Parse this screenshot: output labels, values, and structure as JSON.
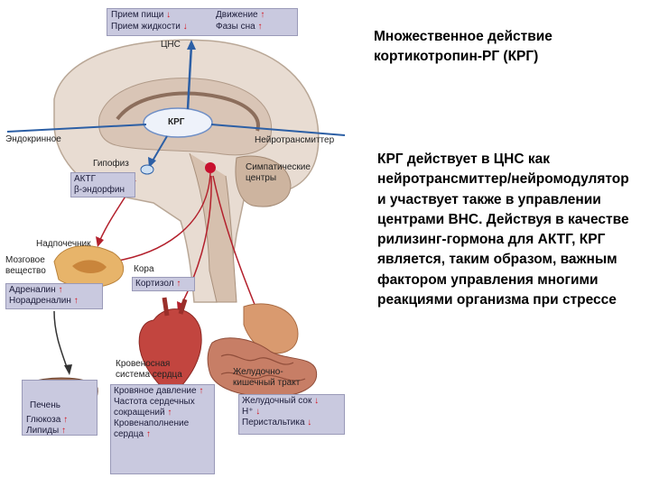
{
  "title": "Множественное действие кортикотропин-РГ (КРГ)",
  "body": "КРГ действует в ЦНС как нейротрансмиттер/нейромодулятор и участвует также в управлении центрами ВНС. Действуя в качестве рилизинг-гормона для АКТГ, КРГ является, таким образом, важным фактором управления многими реакциями организма при стрессе",
  "diagram": {
    "top_box": {
      "food_intake": "Прием пищи",
      "fluid_intake": "Прием жидкости",
      "movement": "Движение",
      "sleep_phases": "Фазы сна"
    },
    "cns": "ЦНС",
    "krg": "КРГ",
    "endocrine": "Эндокринное",
    "neurotransmitter": "Нейротрансмиттер",
    "pituitary": "Гипофиз",
    "sympathetic": "Симпатические центры",
    "acth_box": {
      "line1": "АКТГ",
      "line2": "β-эндорфин"
    },
    "adrenal": "Надпочечник",
    "medulla": "Мозговое вещество",
    "cortex": "Кора",
    "cortisol": "Кортизол",
    "adrenaline_box": {
      "line1": "Адреналин",
      "line2": "Норадреналин"
    },
    "cardio": "Кровеносная система сердца",
    "gi": "Желудочно-кишечный тракт",
    "liver": "Печень",
    "liver_box": {
      "line1": "Глюкоза",
      "line2": "Липиды"
    },
    "cardio_box": {
      "l1": "Кровяное давление",
      "l2": "Частота сердечных сокращений",
      "l3": "Кровенаполнение сердца"
    },
    "gi_box": {
      "l1": "Желудочный сок",
      "l2": "H⁺",
      "l3": "Перистальтика"
    },
    "up_arrow": "↑",
    "down_arrow": "↓"
  }
}
